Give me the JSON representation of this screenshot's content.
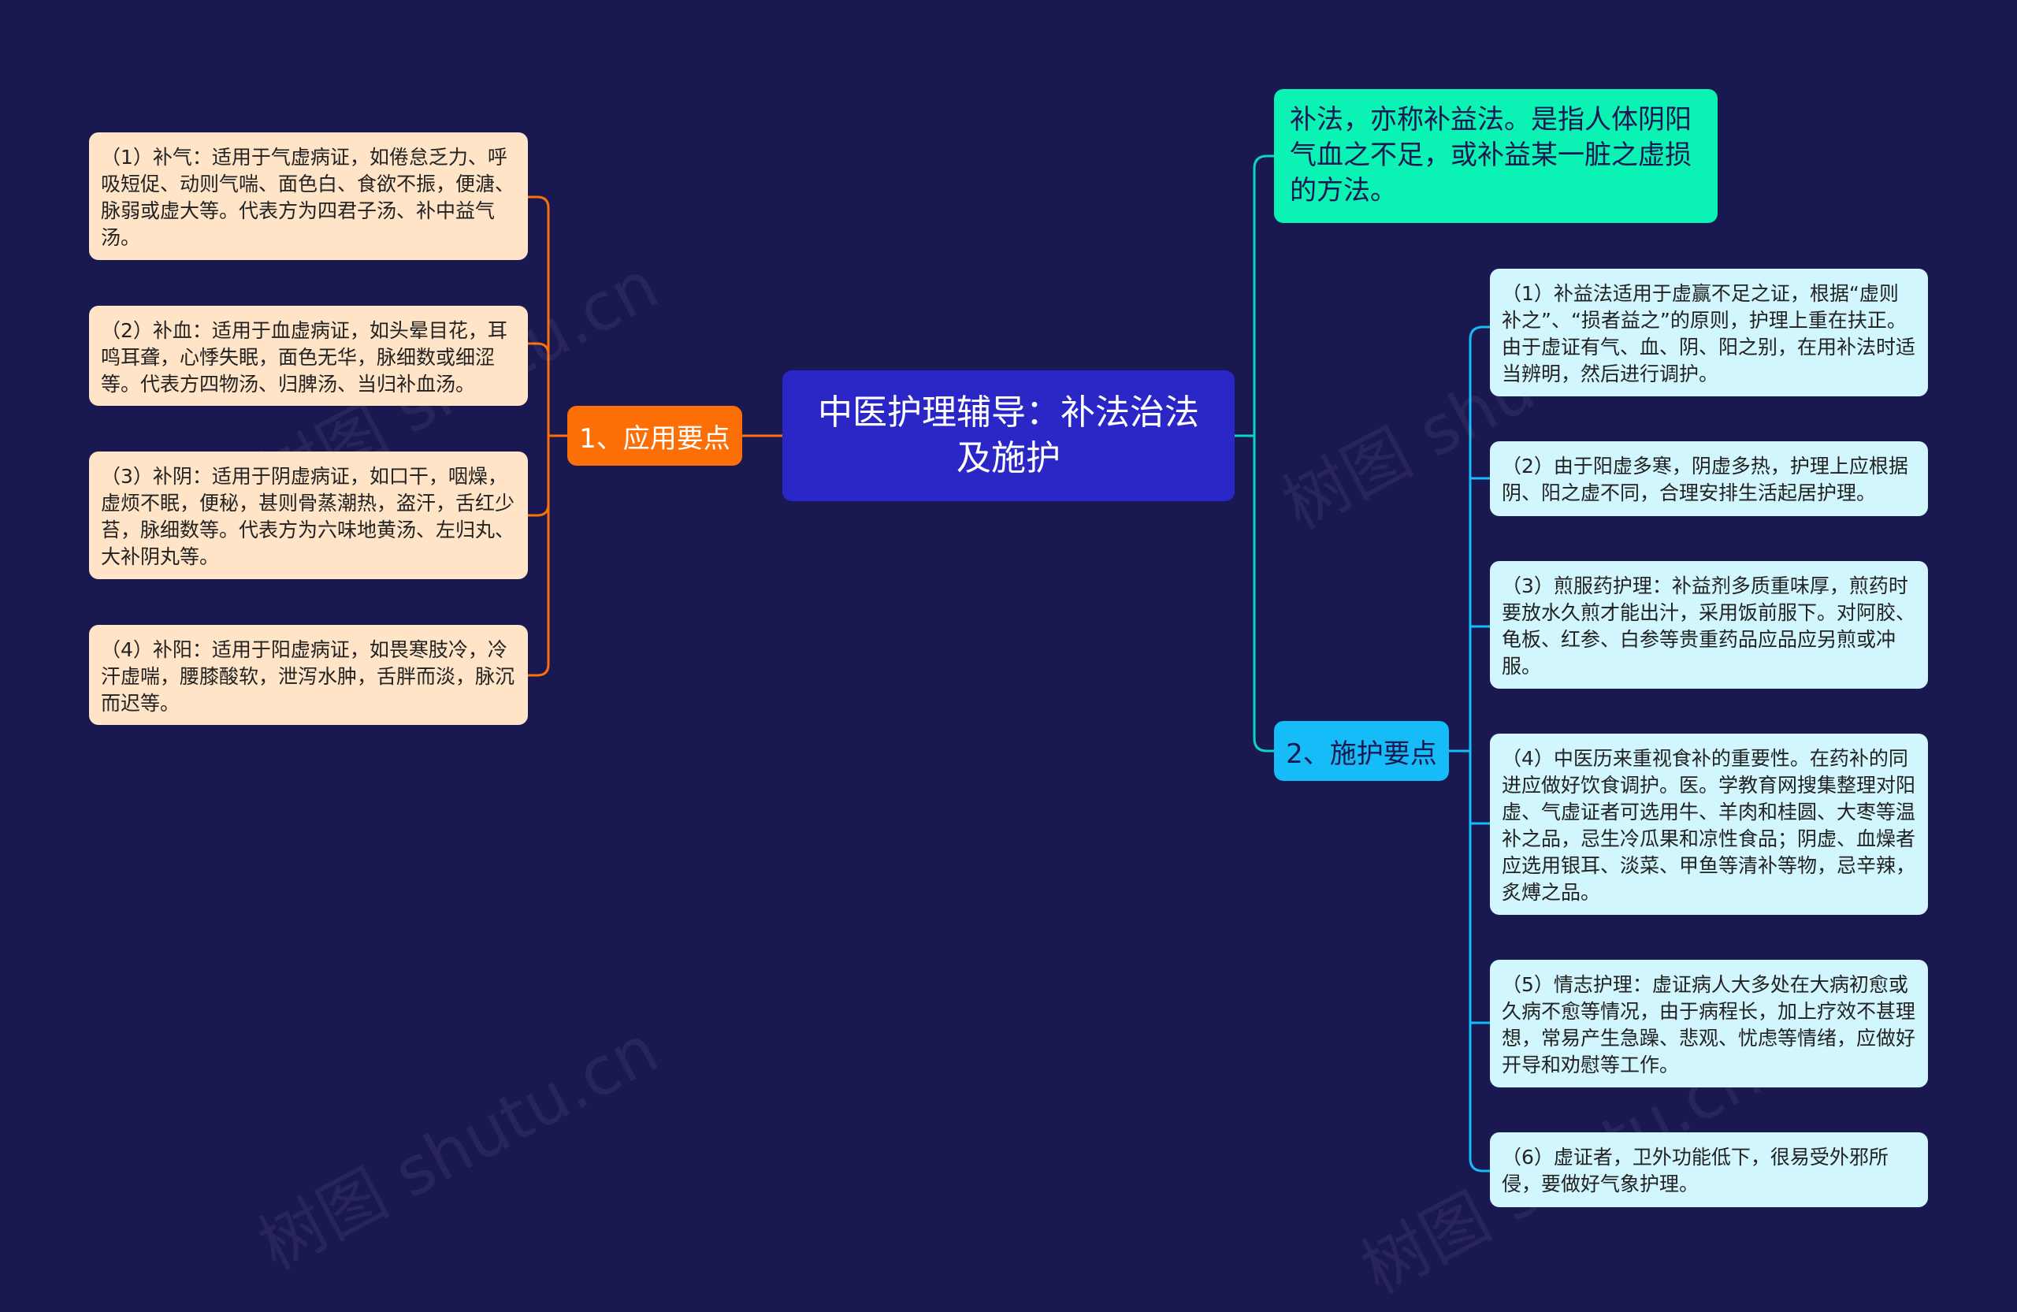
{
  "colors": {
    "background": "#1a1850",
    "root": "#2b27c6",
    "branch1": "#fb6f06",
    "branch2": "#16bcf7",
    "definition": "#0bf2b5",
    "leaf_left": "#ffe4c8",
    "leaf_right": "#d2f6fe"
  },
  "root": {
    "label": "中医护理辅导：补法治法及施护"
  },
  "branch1": {
    "label": "1、应用要点",
    "items": [
      "（1）补气：适用于气虚病证，如倦怠乏力、呼吸短促、动则气喘、面色白、食欲不振，便溏、脉弱或虚大等。代表方为四君子汤、补中益气汤。",
      "（2）补血：适用于血虚病证，如头晕目花，耳鸣耳聋，心悸失眠，面色无华，脉细数或细涩等。代表方四物汤、归脾汤、当归补血汤。",
      "（3）补阴：适用于阴虚病证，如口干，咽燥，虚烦不眠，便秘，甚则骨蒸潮热，盗汗，舌红少苔，脉细数等。代表方为六味地黄汤、左归丸、大补阴丸等。",
      "（4）补阳：适用于阳虚病证，如畏寒肢冷，冷汗虚喘，腰膝酸软，泄泻水肿，舌胖而淡，脉沉而迟等。"
    ]
  },
  "definition": {
    "text": "补法，亦称补益法。是指人体阴阳气血之不足，或补益某一脏之虚损的方法。"
  },
  "branch2": {
    "label": "2、施护要点",
    "items": [
      "（1）补益法适用于虚赢不足之证，根据“虚则补之”、“损者益之”的原则，护理上重在扶正。由于虚证有气、血、阴、阳之别，在用补法时适当辨明，然后进行调护。",
      "（2）由于阳虚多寒，阴虚多热，护理上应根据阴、阳之虚不同，合理安排生活起居护理。",
      "（3）煎服药护理：补益剂多质重味厚，煎药时要放水久煎才能出汁，采用饭前服下。对阿胶、龟板、红参、白参等贵重药品应品应另煎或冲服。",
      "（4）中医历来重视食补的重要性。在药补的同进应做好饮食调护。医。学教育网搜集整理对阳虚、气虚证者可选用牛、羊肉和桂圆、大枣等温补之品，忌生冷瓜果和凉性食品；阴虚、血燥者应选用银耳、淡菜、甲鱼等清补等物，忌辛辣，炙煿之品。",
      "（5）情志护理：虚证病人大多处在大病初愈或久病不愈等情况，由于病程长，加上疗效不甚理想，常易产生急躁、悲观、忧虑等情绪，应做好开导和劝慰等工作。",
      "（6）虚证者，卫外功能低下，很易受外邪所侵，要做好气象护理。"
    ]
  },
  "watermark": "树图 shutu.cn"
}
